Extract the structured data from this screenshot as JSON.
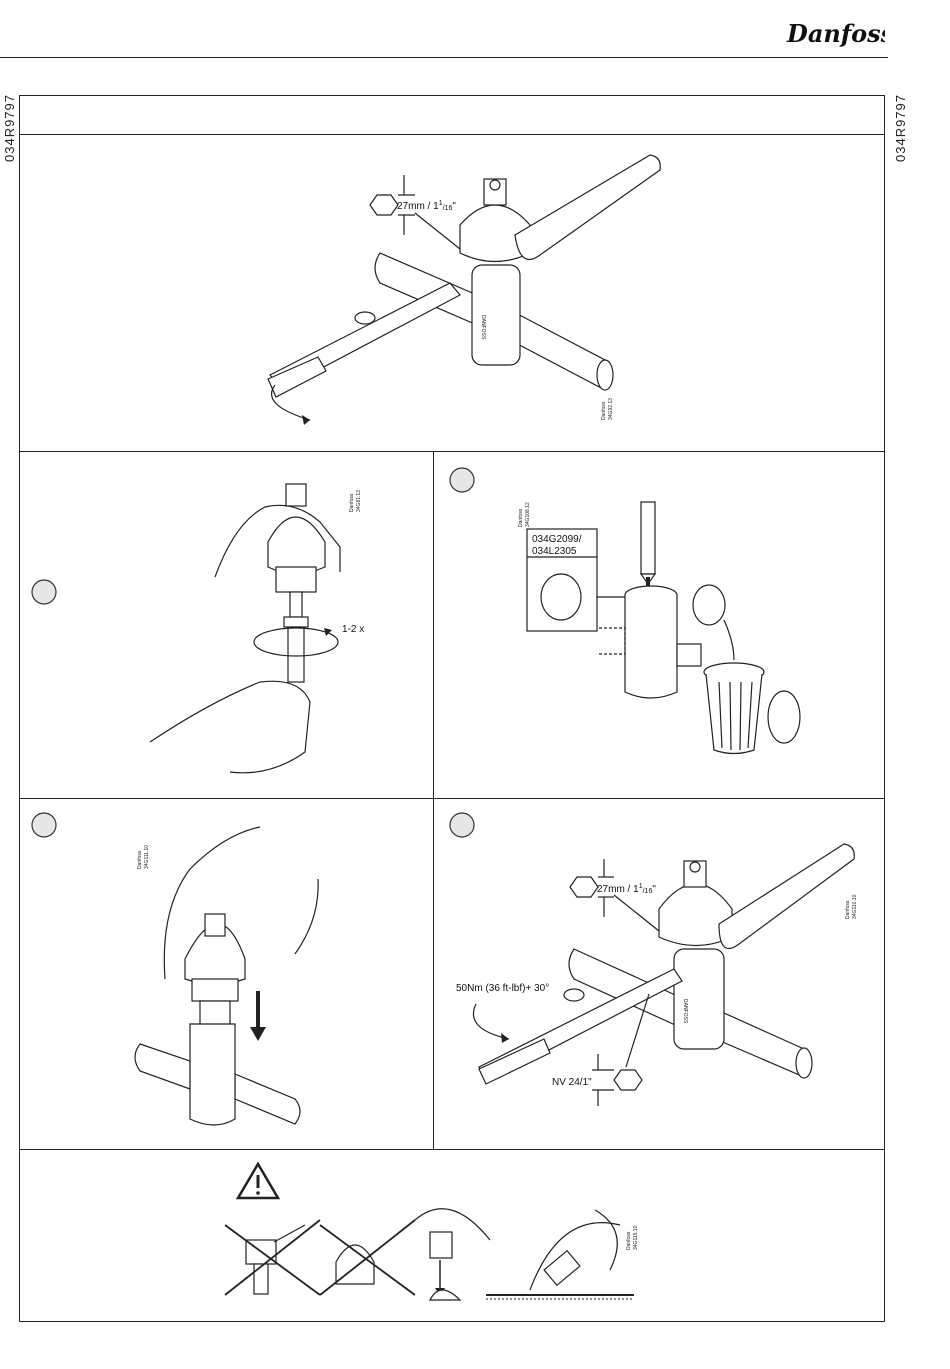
{
  "document_code": "034R9797",
  "brand": "Danfoss",
  "panel_top": {
    "wrench_size_label": "27mm / 1",
    "wrench_size_frac_num": "1",
    "wrench_size_frac_den": "16",
    "wrench_size_unit": "\"",
    "valve_marking": "DANFOSS",
    "drawing_ref_line1": "Danfoss",
    "drawing_ref_line2": "34G92.13"
  },
  "panel_mid_left": {
    "turns_label": "1-2 x",
    "drawing_ref_line1": "Danfoss",
    "drawing_ref_line2": "34G81.13"
  },
  "panel_mid_right": {
    "part_number_1": "034G2099/",
    "part_number_2": "034L2305",
    "drawing_ref_line1": "Danfoss",
    "drawing_ref_line2": "34G108.12"
  },
  "panel_bottom_left": {
    "drawing_ref_line1": "Danfoss",
    "drawing_ref_line2": "34G111.10"
  },
  "panel_bottom_right": {
    "wrench_size_label": "27mm / 1",
    "wrench_size_frac_num": "1",
    "wrench_size_frac_den": "16",
    "wrench_size_unit": "\"",
    "torque_label": "50Nm (36 ft-lbf)+ 30°",
    "nut_label": "NV 24/1\"",
    "valve_marking": "DANFOSS",
    "drawing_ref_line1": "Danfoss",
    "drawing_ref_line2": "34G110.10"
  },
  "panel_warning": {
    "drawing_ref_line1": "Danfoss",
    "drawing_ref_line2": "34G115.10"
  },
  "colors": {
    "line": "#222222",
    "step_circle_fill": "#e6e6e6"
  }
}
